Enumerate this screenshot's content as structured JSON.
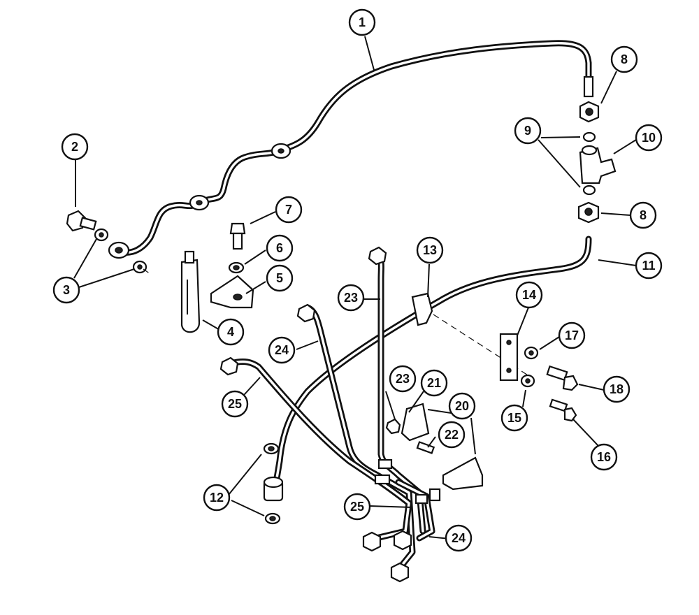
{
  "callouts": [
    {
      "id": "c1",
      "label": "1"
    },
    {
      "id": "c2",
      "label": "2"
    },
    {
      "id": "c3",
      "label": "3"
    },
    {
      "id": "c4",
      "label": "4"
    },
    {
      "id": "c5",
      "label": "5"
    },
    {
      "id": "c6",
      "label": "6"
    },
    {
      "id": "c7",
      "label": "7"
    },
    {
      "id": "c8a",
      "label": "8"
    },
    {
      "id": "c8b",
      "label": "8"
    },
    {
      "id": "c9",
      "label": "9"
    },
    {
      "id": "c10",
      "label": "10"
    },
    {
      "id": "c11",
      "label": "11"
    },
    {
      "id": "c12",
      "label": "12"
    },
    {
      "id": "c13",
      "label": "13"
    },
    {
      "id": "c14",
      "label": "14"
    },
    {
      "id": "c15",
      "label": "15"
    },
    {
      "id": "c16",
      "label": "16"
    },
    {
      "id": "c17",
      "label": "17"
    },
    {
      "id": "c18",
      "label": "18"
    },
    {
      "id": "c20",
      "label": "20"
    },
    {
      "id": "c21",
      "label": "21"
    },
    {
      "id": "c22",
      "label": "22"
    },
    {
      "id": "c23a",
      "label": "23"
    },
    {
      "id": "c23b",
      "label": "23"
    },
    {
      "id": "c24a",
      "label": "24"
    },
    {
      "id": "c24b",
      "label": "24"
    },
    {
      "id": "c25a",
      "label": "25"
    },
    {
      "id": "c25b",
      "label": "25"
    }
  ]
}
